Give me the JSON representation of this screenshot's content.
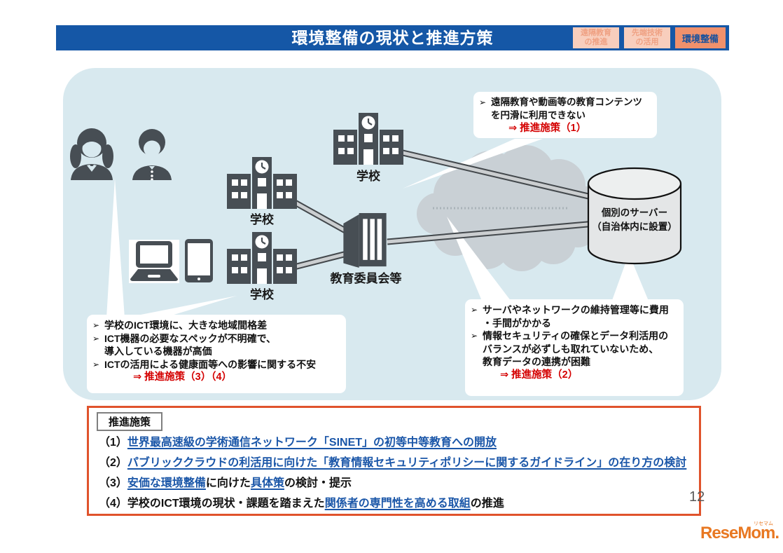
{
  "header": {
    "title": "環境整備の現状と推進方策",
    "tabs": [
      {
        "line1": "遠隔教育",
        "line2": "の推進",
        "active": false
      },
      {
        "line1": "先端技術",
        "line2": "の活用",
        "active": false
      },
      {
        "line1": "環境整備",
        "line2": "",
        "active": true
      }
    ]
  },
  "diagram": {
    "labels": {
      "school": "学校",
      "board": "教育委員会等",
      "server_line1": "個別のサーバー",
      "server_line2": "（自治体内に設置）"
    },
    "callouts": {
      "top_right": {
        "bullets": [
          {
            "marker": "➢",
            "lines": [
              "遠隔教育や動画等の教育コンテンツ",
              "を円滑に利用できない"
            ]
          }
        ],
        "action": "⇒ 推進施策（1）"
      },
      "bottom_left": {
        "bullets": [
          {
            "marker": "➢",
            "lines": [
              "学校のICT環境に、大きな地域間格差"
            ]
          },
          {
            "marker": "➢",
            "lines": [
              "ICT機器の必要なスペックが不明確で、",
              "導入している機器が高価"
            ]
          },
          {
            "marker": "➢",
            "lines": [
              "ICTの活用による健康面等への影響に関する不安"
            ]
          }
        ],
        "action": "⇒ 推進施策（3）（4）"
      },
      "bottom_right": {
        "bullets": [
          {
            "marker": "➢",
            "lines": [
              "サーバやネットワークの維持管理等に費用",
              "・手間がかかる"
            ]
          },
          {
            "marker": "➢",
            "lines": [
              "情報セキュリティの確保とデータ利活用の",
              "バランスが必ずしも取れていないため、",
              "教育データの連携が困難"
            ]
          }
        ],
        "action": "⇒ 推進施策（2）"
      }
    },
    "icons": {
      "student-girl-icon": "dark silhouette of schoolgirl",
      "student-boy-icon": "dark silhouette of schoolboy",
      "laptop-icon": "laptop shape",
      "tablet-icon": "tablet shape",
      "school-icon": "school building with clock tower",
      "board-of-education-icon": "office building",
      "cloud-icon": "gray network cloud",
      "server-icon": "database cylinder"
    }
  },
  "measures": {
    "box_title": "推進施策",
    "items": [
      {
        "num": "（1）",
        "segments": [
          {
            "text": "世界最高速級の学術通信ネットワーク「SINET」の初等中等教育への開放",
            "link": true
          }
        ]
      },
      {
        "num": "（2）",
        "segments": [
          {
            "text": "パブリッククラウドの利活用に向けた「教育情報セキュリティポリシーに関するガイドライン」の在り方の検討",
            "link": true
          }
        ]
      },
      {
        "num": "（3）",
        "segments": [
          {
            "text": "安価な環境整備",
            "link": true
          },
          {
            "text": "に向けた",
            "link": false
          },
          {
            "text": "具体策",
            "link": true
          },
          {
            "text": "の検討・提示",
            "link": false
          }
        ]
      },
      {
        "num": "（4）",
        "segments": [
          {
            "text": "学校のICT環境の現状・課題を踏まえた",
            "link": false
          },
          {
            "text": "関係者の専門性を高める取組",
            "link": true
          },
          {
            "text": "の推進",
            "link": false
          }
        ]
      }
    ]
  },
  "footer": {
    "page_number": "12",
    "logo_text": "ReseMom.",
    "logo_ruby": "リセマム"
  },
  "colors": {
    "header_blue": "#1557A6",
    "tab_active_bg": "#F0916C",
    "tab_inactive_bg": "#F8CEBD",
    "tab_inactive_text": "#EFA183",
    "diagram_bg": "#D8E9EF",
    "icon_gray": "#474E54",
    "cloud_gray": "#C9D0D5",
    "accent_red": "#D40000",
    "link_blue": "#1A56A8",
    "measures_border": "#E0532C",
    "logo_orange": "#E87822"
  }
}
